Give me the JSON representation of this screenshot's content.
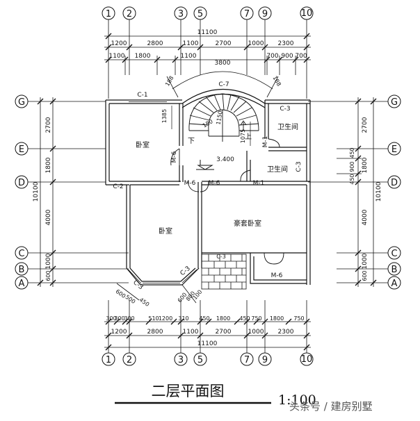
{
  "axes": {
    "vertical": [
      "1",
      "2",
      "3",
      "5",
      "7",
      "9",
      "10"
    ],
    "horizontal": [
      "G",
      "E",
      "D",
      "C",
      "B",
      "A"
    ]
  },
  "top_dims": {
    "total": "11100",
    "row_mid": [
      "1200",
      "2800",
      "1100",
      "2700",
      "1000",
      "2300"
    ],
    "row_low": [
      "1100",
      "1800",
      "1100",
      "700",
      "900",
      "700"
    ],
    "arc": "3800",
    "arc_side_left": "188",
    "arc_side_right": "188"
  },
  "bottom_dims": {
    "total": "11100",
    "row_mid": [
      "1200",
      "2800",
      "1100",
      "2700",
      "1000",
      "2300"
    ],
    "row_top": [
      "300",
      "300",
      "300",
      "510",
      "1200",
      "310",
      "450",
      "1800",
      "450",
      "750",
      "1800",
      "750"
    ],
    "angled_left": [
      "600",
      "500",
      "450"
    ],
    "angled_right": [
      "600",
      "800",
      "100"
    ]
  },
  "left_dims": {
    "total": "10100",
    "segments": [
      "2700",
      "1800",
      "4000",
      "1000",
      "600"
    ]
  },
  "right_dims": {
    "total": "10100",
    "segments": [
      "2700",
      "1800",
      "4000",
      "1000",
      "600"
    ],
    "small": [
      "450",
      "900",
      "450"
    ]
  },
  "rooms": {
    "bedroom_nw": "卧室",
    "bedroom_sw": "卧室",
    "master_bedroom": "豪套卧室",
    "bath_ne": "卫生间",
    "bath_mid": "卫生间"
  },
  "stair": {
    "down": "下",
    "up": "上",
    "elevation": "3.400",
    "dims": [
      "1385",
      "1150",
      "1075",
      "180"
    ]
  },
  "openings": {
    "C1": "C-1",
    "C7": "C-7",
    "C3a": "C-3",
    "C3b": "C-3",
    "C3c": "C-3",
    "C3d": "C-3",
    "C3e": "C-3",
    "C2": "C-2",
    "M6a": "M-6",
    "M6b": "M-6",
    "M6c": "M-6",
    "M6d": "M-6",
    "M1a": "M-1",
    "M1b": "M-1"
  },
  "title": "二层平面图",
  "scale": "1:100",
  "watermark": "头条号 / 建房别墅"
}
